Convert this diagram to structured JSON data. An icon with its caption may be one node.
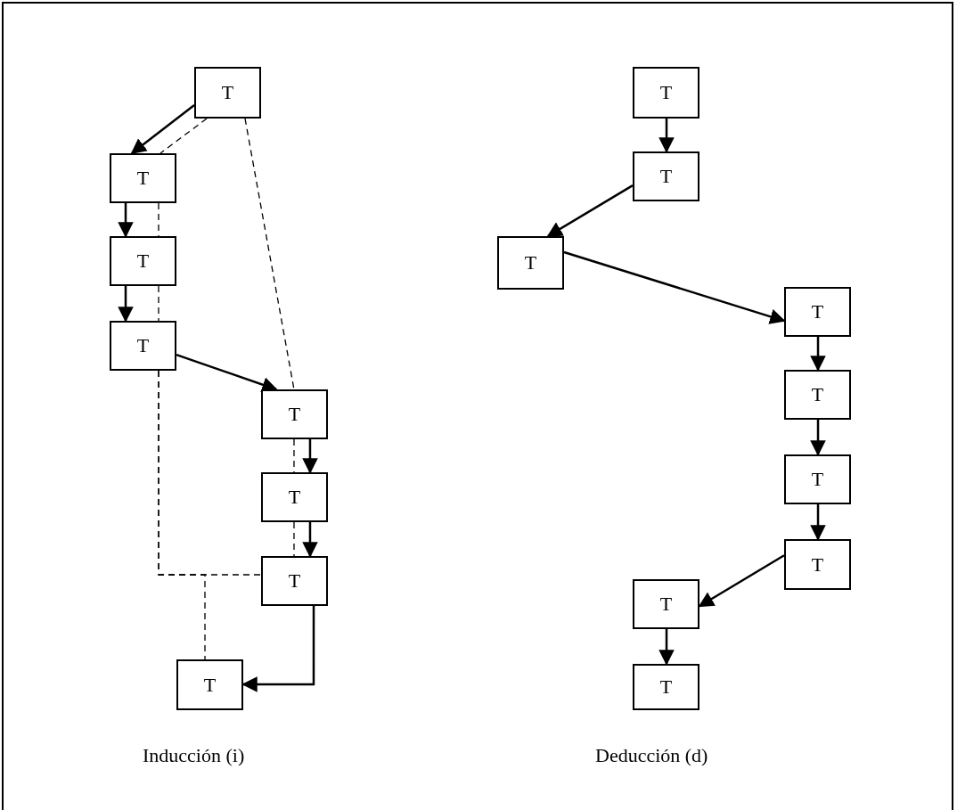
{
  "diagram": {
    "nodes": [
      {
        "text": [
          "T"
        ]
      },
      {
        "text": [
          "T"
        ]
      },
      {
        "text": [
          "T"
        ]
      },
      {
        "text": [
          "T"
        ]
      },
      {
        "text": [
          "T"
        ]
      },
      {
        "text": [
          "T"
        ]
      },
      {
        "text": [
          "T"
        ]
      },
      {
        "text": [
          "T"
        ]
      },
      {
        "text": [
          "T"
        ]
      },
      {
        "text": [
          "T"
        ]
      },
      {
        "text": [
          "T"
        ]
      },
      {
        "text": [
          "T"
        ]
      },
      {
        "text": [
          "T"
        ]
      },
      {
        "text": [
          "T"
        ]
      },
      {
        "text": [
          "T"
        ]
      },
      {
        "text": [
          "T"
        ]
      },
      {
        "text": [
          "T"
        ]
      }
    ],
    "edges": [
      {
        "from": 0,
        "to": 1,
        "arrow": "to"
      },
      {
        "from": 1,
        "to": 2,
        "arrow": "to"
      },
      {
        "from": 2,
        "to": 3,
        "arrow": "to"
      },
      {
        "from": 3,
        "to": 4,
        "arrow": "to"
      },
      {
        "from": 4,
        "to": 5,
        "arrow": "to"
      },
      {
        "from": 5,
        "to": 6,
        "arrow": "to"
      },
      {
        "from": 6,
        "to": 7,
        "arrow": "to"
      },
      {
        "from": 8,
        "to": 9,
        "arrow": "to"
      },
      {
        "from": 9,
        "to": 10,
        "arrow": "to"
      },
      {
        "from": 10,
        "to": 11,
        "arrow": "to"
      },
      {
        "from": 11,
        "to": 12,
        "arrow": "to"
      },
      {
        "from": 12,
        "to": 13,
        "arrow": "to"
      },
      {
        "from": 13,
        "to": 14,
        "arrow": "to"
      },
      {
        "from": 14,
        "to": 15,
        "arrow": "to"
      },
      {
        "from": 15,
        "to": 16,
        "arrow": "to"
      },
      {
        "from": 0,
        "to": 1,
        "arrow": "none",
        "style": "dashed"
      },
      {
        "from": 1,
        "to": 2,
        "arrow": "none",
        "style": "dashed"
      },
      {
        "from": 2,
        "to": 3,
        "arrow": "none",
        "style": "dashed"
      },
      {
        "from": 3,
        "to": 6,
        "arrow": "none",
        "style": "dashed"
      },
      {
        "from": 3,
        "to": 7,
        "arrow": "none",
        "style": "dashed"
      },
      {
        "from": 0,
        "to": 4,
        "arrow": "none",
        "style": "dashed"
      },
      {
        "from": 4,
        "to": 5,
        "arrow": "none",
        "style": "dashed"
      },
      {
        "from": 5,
        "to": 6,
        "arrow": "none",
        "style": "dashed"
      }
    ],
    "labels": [
      "Inducción (i)",
      "Deducción (d)"
    ]
  }
}
